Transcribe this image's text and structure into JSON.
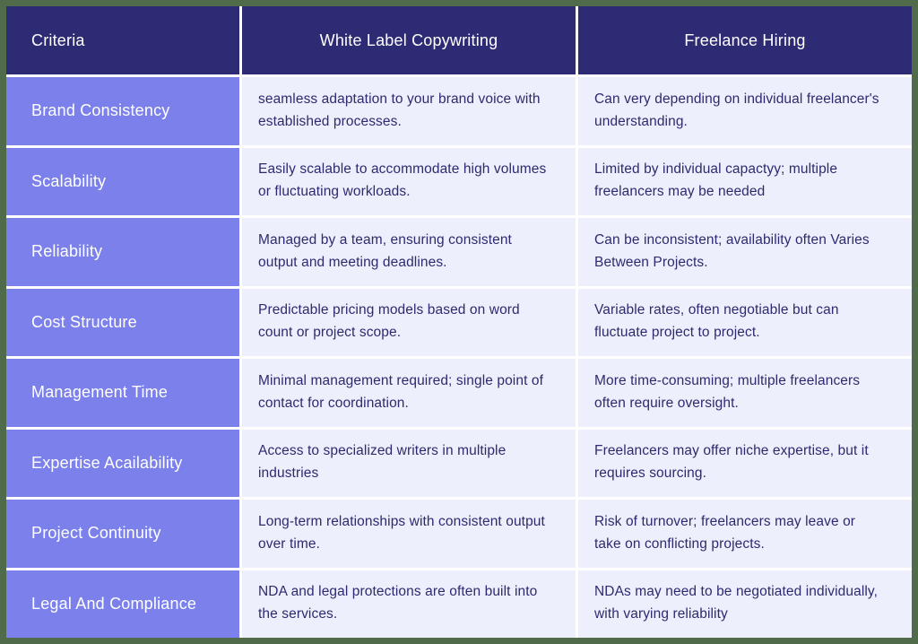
{
  "colors": {
    "frame_green": "#4f6b4a",
    "header_bg": "#2e2b75",
    "criteria_column_bg": "#7b80eb",
    "body_cell_bg": "#edf0fc",
    "body_text": "#2d2a70",
    "divider": "#ffffff"
  },
  "chart_data": {
    "type": "table",
    "columns": [
      "Criteria",
      "White Label Copywriting",
      "Freelance Hiring"
    ],
    "rows": [
      [
        "Brand Consistency",
        "seamless adaptation to your brand voice with established processes.",
        "Can very depending on individual freelancer's understanding."
      ],
      [
        "Scalability",
        "Easily scalable to accommodate high volumes or fluctuating workloads.",
        "Limited by individual capactyy; multiple freelancers may be needed"
      ],
      [
        "Reliability",
        "Managed by a team, ensuring consistent output and meeting deadlines.",
        "Can be inconsistent; availability often Varies Between Projects."
      ],
      [
        "Cost Structure",
        "Predictable pricing models based on word count or project scope.",
        "Variable rates, often negotiable but can fluctuate project to project."
      ],
      [
        "Management Time",
        "Minimal management required; single point of contact for coordination.",
        "More time-consuming; multiple freelancers often require oversight."
      ],
      [
        "Expertise Acailability",
        "Access to specialized writers in multiple industries",
        "Freelancers may offer niche expertise, but it requires sourcing."
      ],
      [
        "Project Continuity",
        "Long-term relationships with consistent output over time.",
        "Risk of turnover; freelancers may leave or take on conflicting projects."
      ],
      [
        "Legal And Compliance",
        "NDA and legal protections are often built into the services.",
        "NDAs may need to be negotiated individually, with varying reliability"
      ]
    ]
  }
}
